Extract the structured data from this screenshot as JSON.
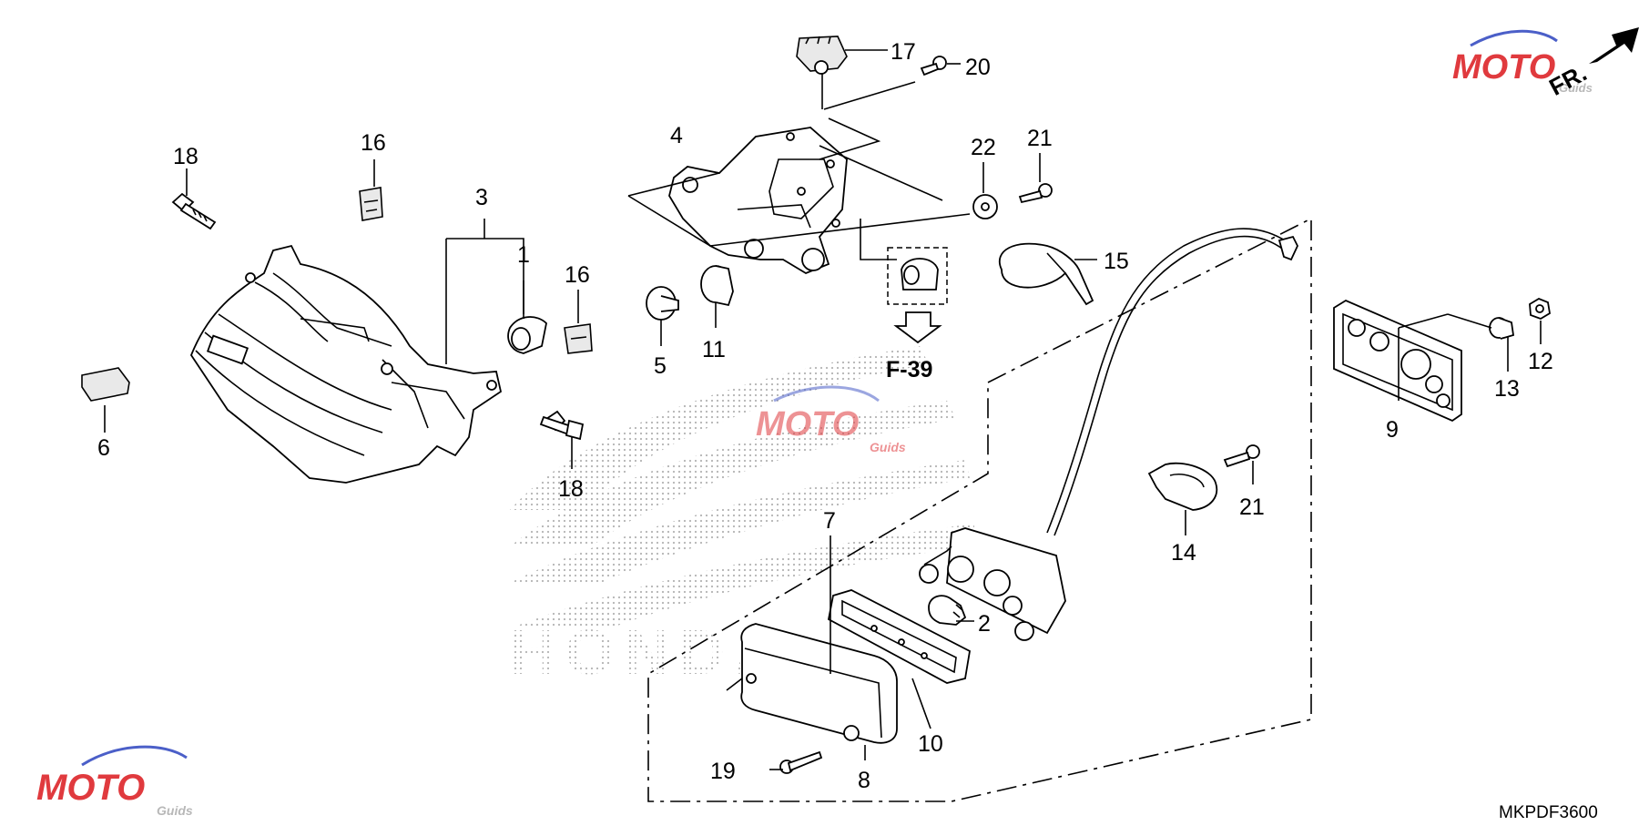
{
  "diagram": {
    "part_numbers": {
      "p1": "1",
      "p2": "2",
      "p3": "3",
      "p4": "4",
      "p5": "5",
      "p6": "6",
      "p7": "7",
      "p8": "8",
      "p9": "9",
      "p10": "10",
      "p11": "11",
      "p12": "12",
      "p13": "13",
      "p14": "14",
      "p15": "15",
      "p16a": "16",
      "p16b": "16",
      "p17": "17",
      "p18a": "18",
      "p18b": "18",
      "p19": "19",
      "p20": "20",
      "p21a": "21",
      "p21b": "21",
      "p22": "22"
    },
    "reference": "F-39",
    "front_indicator": "FR.",
    "diagram_code": "MKPDF3600"
  },
  "watermark": {
    "brand": "MOTO",
    "sub": "Guids",
    "background": "HONDA",
    "colors": {
      "red": "#e03a3e",
      "blue": "#4b5fc8",
      "gray": "#b8b8b8"
    }
  }
}
